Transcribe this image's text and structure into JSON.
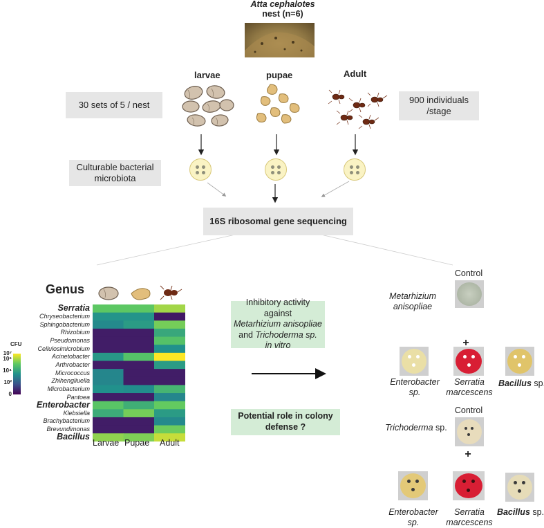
{
  "top": {
    "species": "Atta cephalotes",
    "nest": "nest  (n=6)"
  },
  "stages": {
    "larvae": "larvae",
    "pupae": "pupae",
    "adult": "Adult"
  },
  "sets_box": "30 sets of 5 / nest",
  "individuals_box": [
    "900 individuals",
    "/stage"
  ],
  "culturable_box": [
    "Culturable bacterial",
    "microbiota"
  ],
  "sequencing_box": "16S ribosomal gene sequencing",
  "heatmap": {
    "title": "Genus",
    "cfu_label": "CFU",
    "colorbar_ticks": [
      {
        "label": "10⁷",
        "level": 7
      },
      {
        "label": "10⁶",
        "level": 6
      },
      {
        "label": "10⁴",
        "level": 4
      },
      {
        "label": "10²",
        "level": 2
      },
      {
        "label": "0",
        "level": 0
      }
    ],
    "columns": [
      "Larvae",
      "Pupae",
      "Adult"
    ],
    "rows": [
      {
        "genus": "Serratia",
        "major": true,
        "values": [
          5.2,
          5.2,
          6.0
        ]
      },
      {
        "genus": "Chryseobacterium",
        "major": false,
        "values": [
          3.6,
          3.6,
          0.5
        ]
      },
      {
        "genus": "Sphingobacterium",
        "major": false,
        "values": [
          3.3,
          3.8,
          5.5
        ]
      },
      {
        "genus": "Rhizobium",
        "major": false,
        "values": [
          0.6,
          0.6,
          4.2
        ]
      },
      {
        "genus": "Pseudomonas",
        "major": false,
        "values": [
          0.6,
          0.6,
          5.0
        ]
      },
      {
        "genus": "Cellulosimicrobium",
        "major": false,
        "values": [
          0.6,
          0.6,
          3.5
        ]
      },
      {
        "genus": "Acinetobacter",
        "major": false,
        "values": [
          3.7,
          5.0,
          7.0
        ]
      },
      {
        "genus": "Arthrobacter",
        "major": false,
        "values": [
          0.6,
          0.6,
          3.8
        ]
      },
      {
        "genus": "Micrococcus",
        "major": false,
        "values": [
          3.2,
          0.6,
          0.6
        ]
      },
      {
        "genus": "Zhihengliuella",
        "major": false,
        "values": [
          3.2,
          0.6,
          0.6
        ]
      },
      {
        "genus": "Microbacterium",
        "major": false,
        "values": [
          3.5,
          3.4,
          4.6
        ]
      },
      {
        "genus": "Pantoea",
        "major": false,
        "values": [
          0.6,
          0.6,
          3.2
        ]
      },
      {
        "genus": "Enterobacter",
        "major": true,
        "values": [
          5.1,
          4.4,
          5.3
        ]
      },
      {
        "genus": "Klebsiella",
        "major": false,
        "values": [
          4.3,
          5.5,
          3.8
        ]
      },
      {
        "genus": "Brachybacterium",
        "major": false,
        "values": [
          0.6,
          0.6,
          3.3
        ]
      },
      {
        "genus": "Brevundimonas",
        "major": false,
        "values": [
          0.6,
          0.6,
          5.4
        ]
      },
      {
        "genus": "Bacillus",
        "major": true,
        "values": [
          5.8,
          5.6,
          6.4
        ]
      }
    ],
    "colorscale": [
      "#440154",
      "#3b528b",
      "#21918c",
      "#5ec962",
      "#fde725"
    ]
  },
  "inhibitory_box": {
    "line1": "Inhibitory activity against",
    "line2": "Metarhizium anisopliae",
    "line3_and": "and ",
    "line3_sp": "Trichoderma sp.",
    "line4": "in vitro"
  },
  "defense_box": [
    "Potential role in colony",
    "defense ?"
  ],
  "assays": {
    "control_label": "Control",
    "plus": "+",
    "metarhizium": [
      "Metarhizium",
      "anisopliae"
    ],
    "trichoderma_name": "Trichoderma",
    "sp": " sp.",
    "enterobacter": "Enterobacter",
    "enterobacter_sp": "sp.",
    "serratia": [
      "Serratia",
      "marcescens"
    ],
    "bacillus_name": "Bacillus",
    "bacillus_sp": " sp."
  },
  "colors": {
    "box_gray": "#e6e6e6",
    "box_green": "#d4ecd6",
    "serratia_plate": "#d81e34",
    "plate_yellow": "#e3c978",
    "plate_cream": "#e8dcbc"
  }
}
